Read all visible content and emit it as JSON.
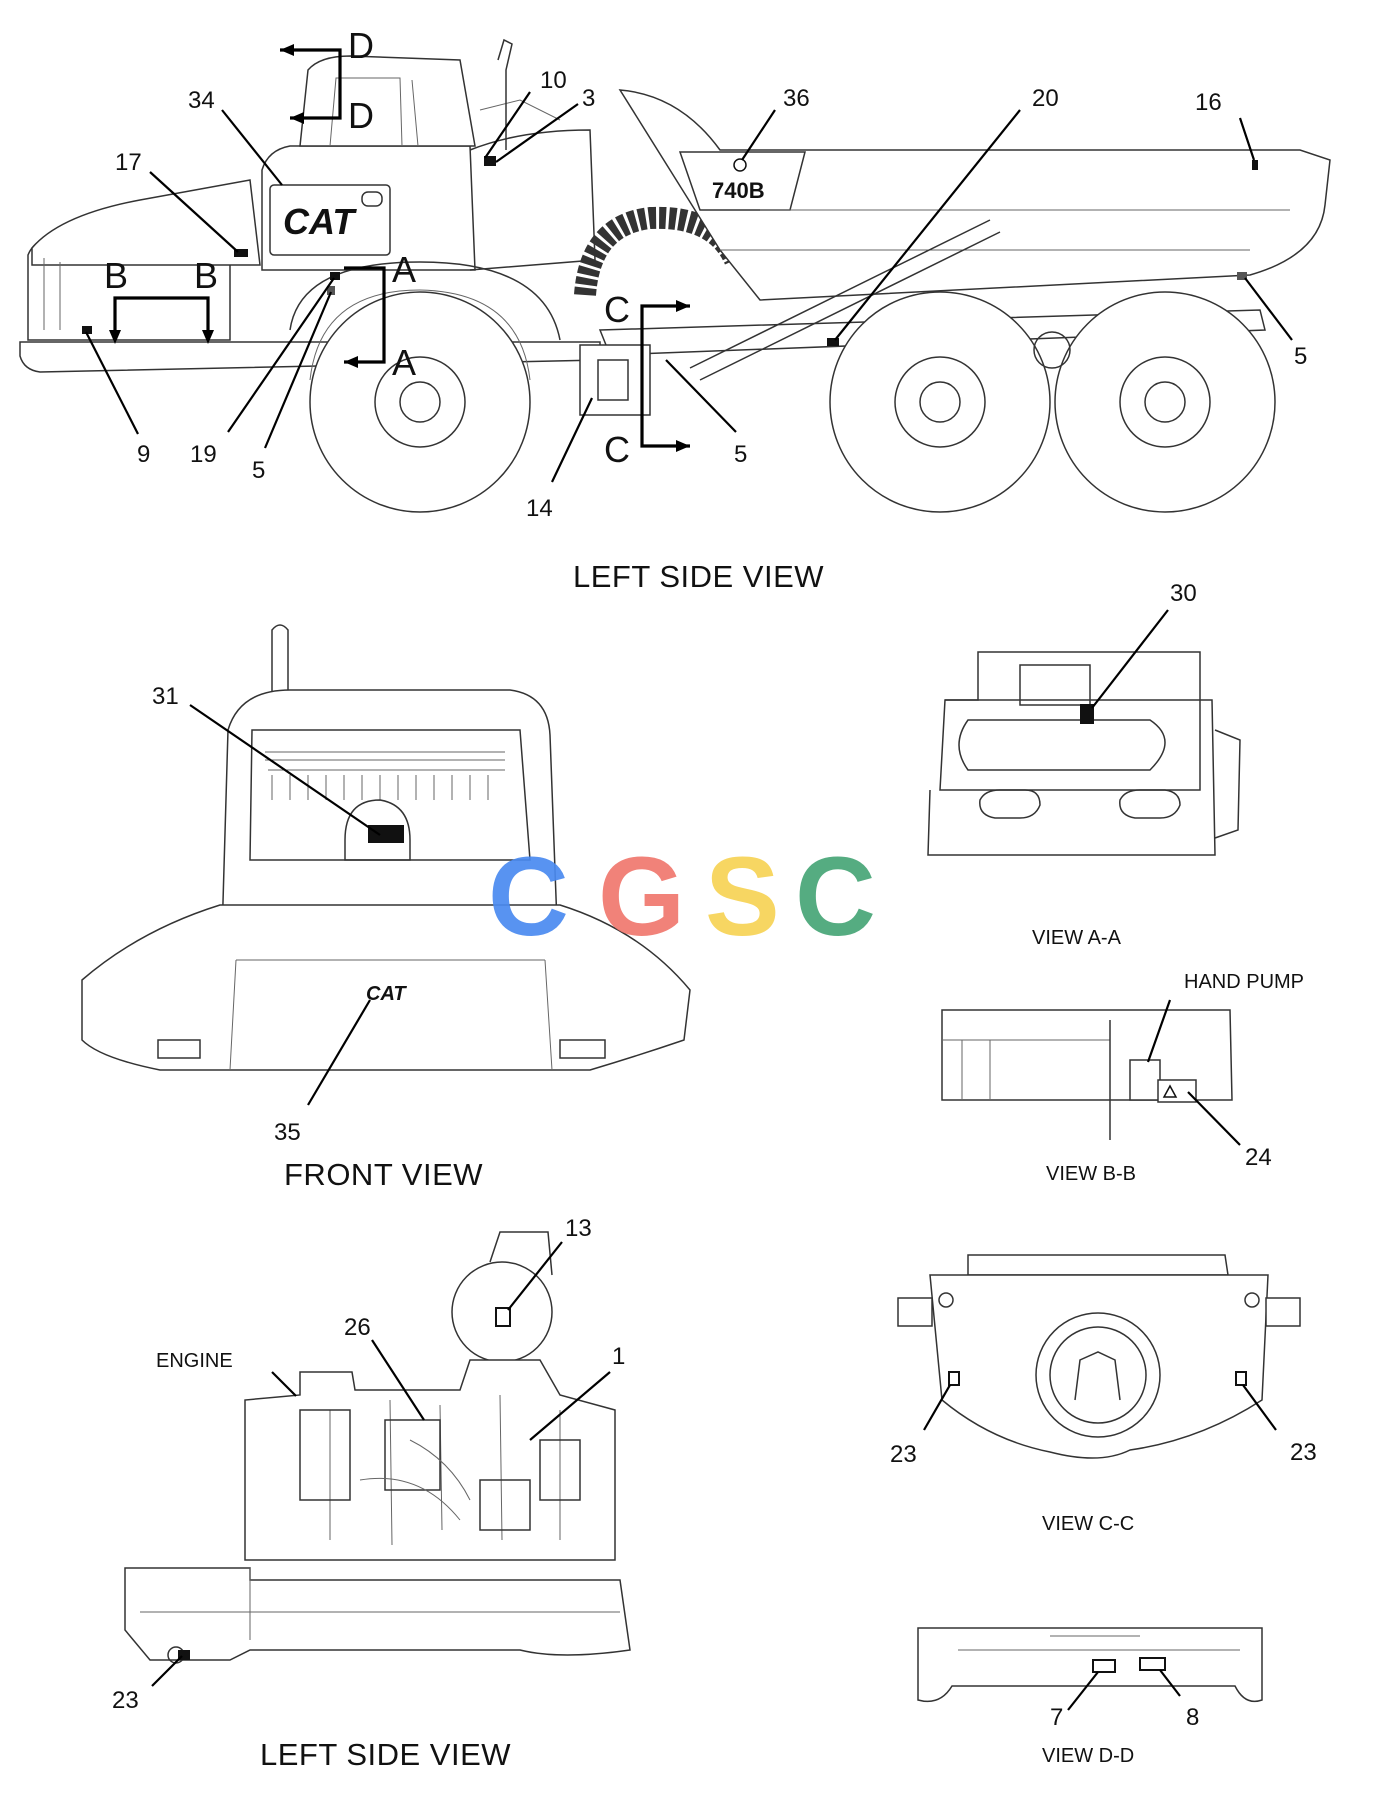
{
  "views": {
    "left_side_top": "LEFT SIDE VIEW",
    "front": "FRONT VIEW",
    "left_side_bottom": "LEFT SIDE VIEW",
    "view_aa": "VIEW A-A",
    "view_bb": "VIEW B-B",
    "view_cc": "VIEW C-C",
    "view_dd": "VIEW D-D"
  },
  "section_markers": {
    "a": "A",
    "b": "B",
    "c": "C",
    "d": "D"
  },
  "labels": {
    "hand_pump": "HAND PUMP",
    "engine": "ENGINE",
    "cat_logo": "CAT",
    "model_plate": "740B"
  },
  "callouts": {
    "c34": "34",
    "c17": "17",
    "c10": "10",
    "c3": "3",
    "c36": "36",
    "c20": "20",
    "c16": "16",
    "c5_right": "5",
    "c9": "9",
    "c19": "19",
    "c5_left": "5",
    "c14": "14",
    "c5_mid": "5",
    "c30": "30",
    "c31": "31",
    "c35": "35",
    "c24": "24",
    "c13": "13",
    "c26": "26",
    "c1": "1",
    "c23_cc_left": "23",
    "c23_cc_right": "23",
    "c23_bottom": "23",
    "c7": "7",
    "c8": "8"
  },
  "watermark": {
    "letters": [
      "C",
      "G",
      "S",
      "C"
    ],
    "colors": [
      "#4a8af0",
      "#f0786e",
      "#f7d355",
      "#47a677"
    ]
  }
}
